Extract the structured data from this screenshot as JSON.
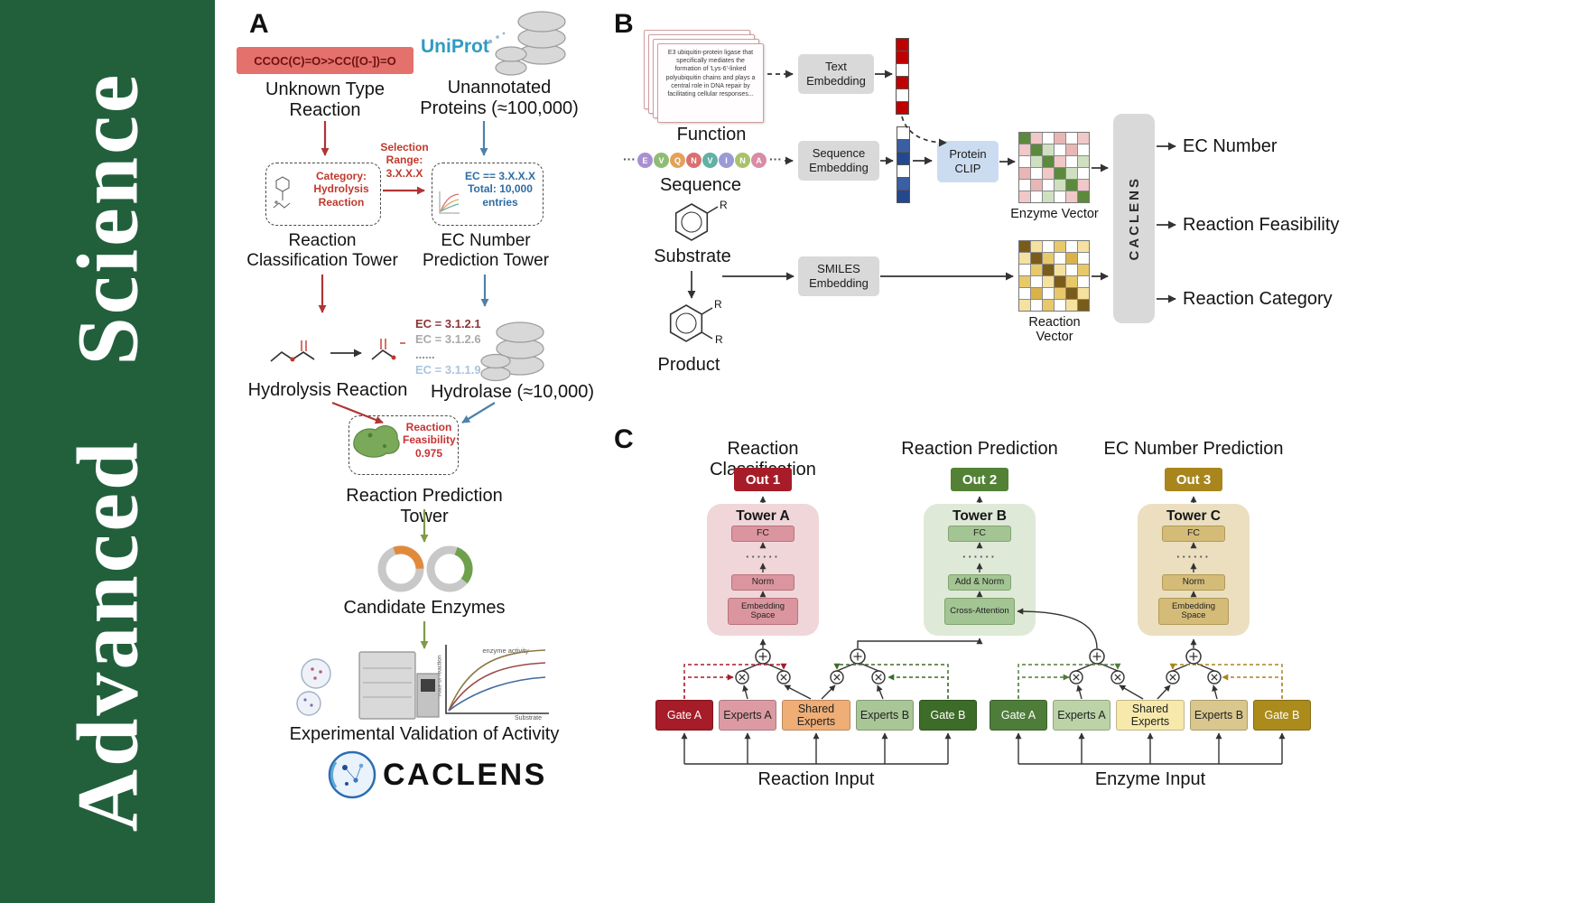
{
  "journal": {
    "name": "Advanced Science"
  },
  "colors": {
    "journal_green": "#22603c",
    "red_accent": "#b03434",
    "blue_accent": "#4f81a8",
    "green_accent": "#7f9a48",
    "out1": "#a61c28",
    "out2": "#538135",
    "out3": "#a8861d",
    "towerA_bg": "#f0d6d9",
    "towerB_bg": "#dfe9d8",
    "towerC_bg": "#ebdfc0"
  },
  "panelA": {
    "label": "A",
    "smiles": "CCOC(C)=O>>CC([O-])=O",
    "unknown_reaction_label": "Unknown Type\nReaction",
    "uniprot": "UniProt",
    "unannotated_label": "Unannotated\nProteins (≈100,000)",
    "selection_label": "Selection\nRange:\n3.X.X.X",
    "category_box": "Category:\nHydrolysis\nReaction",
    "ec_box": "EC == 3.X.X.X\nTotal: 10,000\nentries",
    "classification_tower": "Reaction\nClassification Tower",
    "ec_tower": "EC Number\nPrediction Tower",
    "hydrolysis_label": "Hydrolysis Reaction",
    "ec_list": [
      {
        "text": "EC = 3.1.2.1",
        "color": "#8b3535"
      },
      {
        "text": "EC = 3.1.2.6",
        "color": "#a9a9a9"
      },
      {
        "text": "......",
        "color": "#8a8a8a"
      },
      {
        "text": "EC = 3.1.1.9",
        "color": "#a9c4de"
      }
    ],
    "h_label": "Hydrolase (≈10,000)",
    "enzyme_blob": "Enzyme",
    "feasibility": "Reaction\nFeasibility:\n0.975",
    "prediction_tower": "Reaction Prediction Tower",
    "candidate_label": "Candidate Enzymes",
    "plot": {
      "title": "enzyme activity",
      "xlabel": "Substrate",
      "ylabel": "Rate of reaction"
    },
    "validation_label": "Experimental Validation of Activity",
    "logo": "CACLENS"
  },
  "panelB": {
    "label": "B",
    "function_text": "E3 ubiquitin-protein ligase that specifically mediates the formation of 'Lys-6'-linked polyubiquitin chains and plays a central role in DNA repair by facilitating cellular responses...",
    "function_label": "Function",
    "text_embedding": "Text\nEmbedding",
    "ellipsis": "···",
    "sequence": [
      {
        "letter": "E",
        "color": "#a98fd0"
      },
      {
        "letter": "V",
        "color": "#8fbc74"
      },
      {
        "letter": "Q",
        "color": "#e2a25a"
      },
      {
        "letter": "N",
        "color": "#d97070"
      },
      {
        "letter": "V",
        "color": "#63b0a5"
      },
      {
        "letter": "I",
        "color": "#9a9ad6"
      },
      {
        "letter": "N",
        "color": "#a9c26a"
      },
      {
        "letter": "A",
        "color": "#d98ca6"
      }
    ],
    "sequence_label": "Sequence",
    "sequence_embedding": "Sequence\nEmbedding",
    "protein_clip": "Protein\nCLIP",
    "enzyme_vector_label": "Enzyme Vector",
    "substrate_label": "Substrate",
    "product_label": "Product",
    "r_label": "R",
    "smiles_embedding": "SMILES\nEmbedding",
    "reaction_vector_label": "Reaction Vector",
    "caclens": "CACLENS",
    "outputs": [
      "EC Number",
      "Reaction Feasibility",
      "Reaction Category"
    ],
    "text_vector_cells": [
      "#c00000",
      "#c00000",
      "#ffffff",
      "#c00000",
      "#ffffff",
      "#c00000"
    ],
    "seq_vector_cells": [
      "#ffffff",
      "#3b5fa3",
      "#23488f",
      "#ffffff",
      "#3b5fa3",
      "#23488f"
    ],
    "enzyme_matrix": [
      [
        "#5c8a3c",
        "#f0c8c8",
        "#ffffff",
        "#e9b6b6",
        "#ffffff",
        "#f0c8c8"
      ],
      [
        "#f0c8c8",
        "#5c8a3c",
        "#cfe0c0",
        "#ffffff",
        "#e9b6b6",
        "#ffffff"
      ],
      [
        "#ffffff",
        "#cfe0c0",
        "#5c8a3c",
        "#f0c8c8",
        "#ffffff",
        "#cfe0c0"
      ],
      [
        "#e9b6b6",
        "#ffffff",
        "#f0c8c8",
        "#5c8a3c",
        "#cfe0c0",
        "#ffffff"
      ],
      [
        "#ffffff",
        "#e9b6b6",
        "#ffffff",
        "#cfe0c0",
        "#5c8a3c",
        "#f0c8c8"
      ],
      [
        "#f0c8c8",
        "#ffffff",
        "#cfe0c0",
        "#ffffff",
        "#f0c8c8",
        "#5c8a3c"
      ]
    ],
    "reaction_matrix": [
      [
        "#7a5c1a",
        "#f5e1a0",
        "#ffffff",
        "#e8c96a",
        "#ffffff",
        "#f5e1a0"
      ],
      [
        "#f5e1a0",
        "#7a5c1a",
        "#e8c96a",
        "#ffffff",
        "#d9b24a",
        "#ffffff"
      ],
      [
        "#ffffff",
        "#e8c96a",
        "#7a5c1a",
        "#f5e1a0",
        "#ffffff",
        "#e8c96a"
      ],
      [
        "#e8c96a",
        "#ffffff",
        "#f5e1a0",
        "#7a5c1a",
        "#e8c96a",
        "#ffffff"
      ],
      [
        "#ffffff",
        "#d9b24a",
        "#ffffff",
        "#e8c96a",
        "#7a5c1a",
        "#f5e1a0"
      ],
      [
        "#f5e1a0",
        "#ffffff",
        "#e8c96a",
        "#ffffff",
        "#f5e1a0",
        "#7a5c1a"
      ]
    ]
  },
  "panelC": {
    "label": "C",
    "columns": [
      {
        "title": "Reaction Classification",
        "out": "Out 1",
        "out_color": "#a61c28",
        "tower": "Tower A",
        "blocks": [
          "FC",
          "······",
          "Norm",
          "Embedding\nSpace"
        ]
      },
      {
        "title": "Reaction Prediction",
        "out": "Out 2",
        "out_color": "#538135",
        "tower": "Tower B",
        "blocks": [
          "FC",
          "······",
          "Add & Norm",
          "Cross-Attention"
        ]
      },
      {
        "title": "EC Number Prediction",
        "out": "Out 3",
        "out_color": "#a8861d",
        "tower": "Tower C",
        "blocks": [
          "FC",
          "······",
          "Norm",
          "Embedding\nSpace"
        ]
      }
    ],
    "moe_left": [
      {
        "label": "Gate A",
        "bg": "#a61c28",
        "fg": "#ffffff",
        "w": 64
      },
      {
        "label": "Experts A",
        "bg": "#dc9ba3",
        "fg": "#222222",
        "w": 64
      },
      {
        "label": "Shared\nExperts",
        "bg": "#efae76",
        "fg": "#222222",
        "w": 76
      },
      {
        "label": "Experts B",
        "bg": "#a9c697",
        "fg": "#222222",
        "w": 64
      },
      {
        "label": "Gate B",
        "bg": "#3d6b28",
        "fg": "#ffffff",
        "w": 64
      }
    ],
    "moe_right": [
      {
        "label": "Gate A",
        "bg": "#4e7d3a",
        "fg": "#ffffff",
        "w": 64
      },
      {
        "label": "Experts A",
        "bg": "#bcd3a8",
        "fg": "#222222",
        "w": 64
      },
      {
        "label": "Shared\nExperts",
        "bg": "#f6e9ab",
        "fg": "#222222",
        "w": 76
      },
      {
        "label": "Experts B",
        "bg": "#d9c78e",
        "fg": "#222222",
        "w": 64
      },
      {
        "label": "Gate B",
        "bg": "#ab8b1c",
        "fg": "#ffffff",
        "w": 64
      }
    ],
    "inputs": [
      "Reaction Input",
      "Enzyme Input"
    ]
  }
}
